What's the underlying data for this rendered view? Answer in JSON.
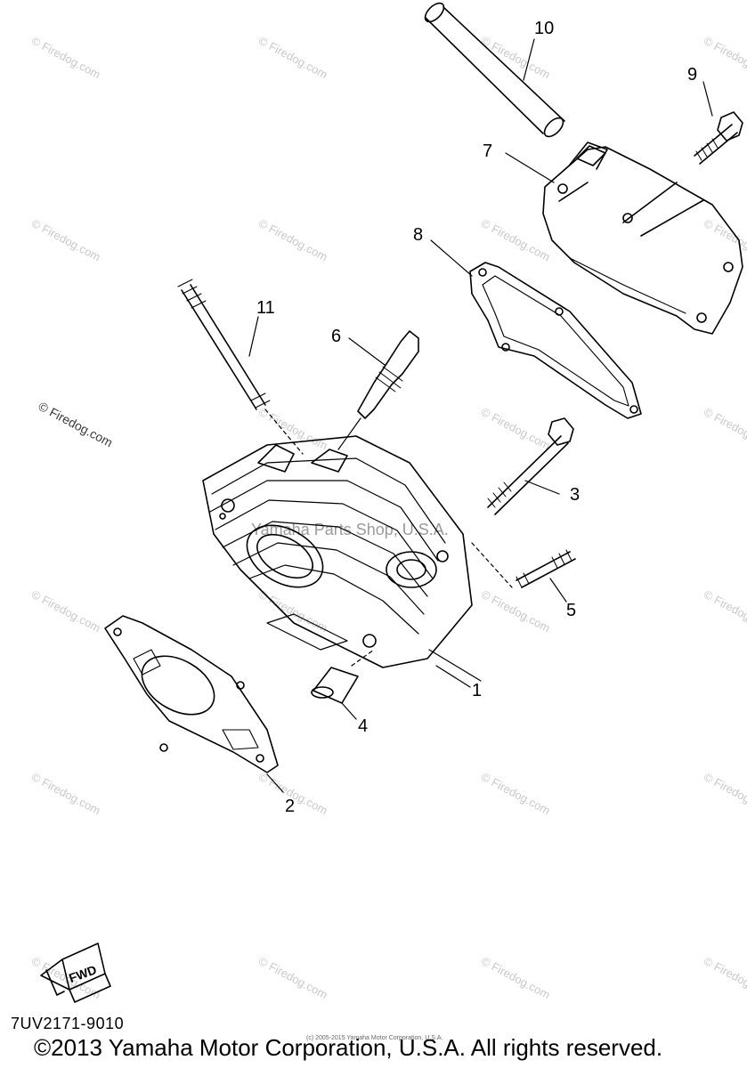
{
  "watermark": {
    "light_text": "© Firedog.com",
    "dark_text": "© Firedog.com",
    "shop_text": "Yamaha Parts Shop, U.S.A."
  },
  "callouts": [
    "1",
    "2",
    "3",
    "4",
    "5",
    "6",
    "7",
    "8",
    "9",
    "10",
    "11"
  ],
  "fwd_label": "FWD",
  "part_code": "7UV2171-9010",
  "copyright": "©2013 Yamaha Motor Corporation, U.S.A. All rights reserved.",
  "tiny_credit": "(c) 2005-2015 Yamaha Motor Corporation, U.S.A."
}
